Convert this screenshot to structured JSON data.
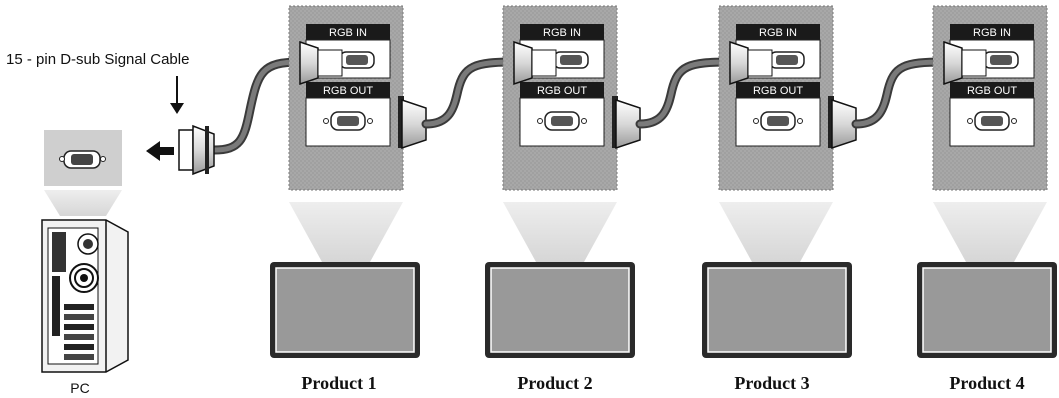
{
  "diagram": {
    "cable_label": "15 - pin D-sub Signal Cable",
    "pc_label": "PC",
    "port_in_label": "RGB IN",
    "port_out_label": "RGB OUT",
    "products": [
      {
        "label": "Product 1"
      },
      {
        "label": "Product 2"
      },
      {
        "label": "Product 3"
      },
      {
        "label": "Product 4"
      }
    ],
    "colors": {
      "panel": "#a6a6a6",
      "panel_dots": "#8c8c8c",
      "port_tag": "#1a1a1a",
      "cable": "#6e6e6e",
      "screen": "#999999",
      "bezel": "#2a2a2a",
      "beam": "#e3e3e3"
    }
  }
}
